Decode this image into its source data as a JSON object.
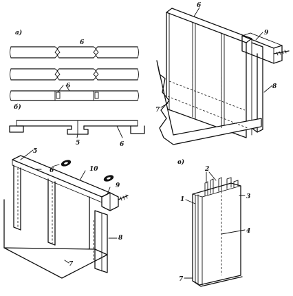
{
  "panels": {
    "a": {
      "label": "a)",
      "numbers": [
        "6",
        "6"
      ]
    },
    "b": {
      "label": "б)",
      "numbers": [
        "5",
        "6"
      ]
    },
    "top_right": {
      "numbers": [
        "6",
        "9",
        "8",
        "7"
      ]
    },
    "bottom_left": {
      "numbers": [
        "5",
        "6",
        "10",
        "9",
        "8",
        "7"
      ]
    },
    "v": {
      "label": "в)",
      "numbers": [
        "2",
        "1",
        "3",
        "4",
        "7"
      ]
    }
  }
}
